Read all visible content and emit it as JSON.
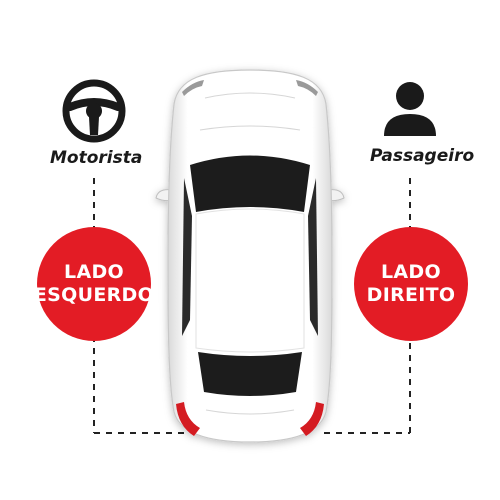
{
  "driver": {
    "label": "Motorista",
    "icon": "steering-wheel-icon"
  },
  "passenger": {
    "label": "Passageiro",
    "icon": "person-icon"
  },
  "left_side": {
    "label": "LADO\nESQUERDO"
  },
  "right_side": {
    "label": "LADO\nDIREITO"
  },
  "colors": {
    "badge": "#e31c25",
    "dash": "#222222",
    "car_body": "#ffffff",
    "glass": "#1e1e1e",
    "tail_light": "#d41a24"
  }
}
